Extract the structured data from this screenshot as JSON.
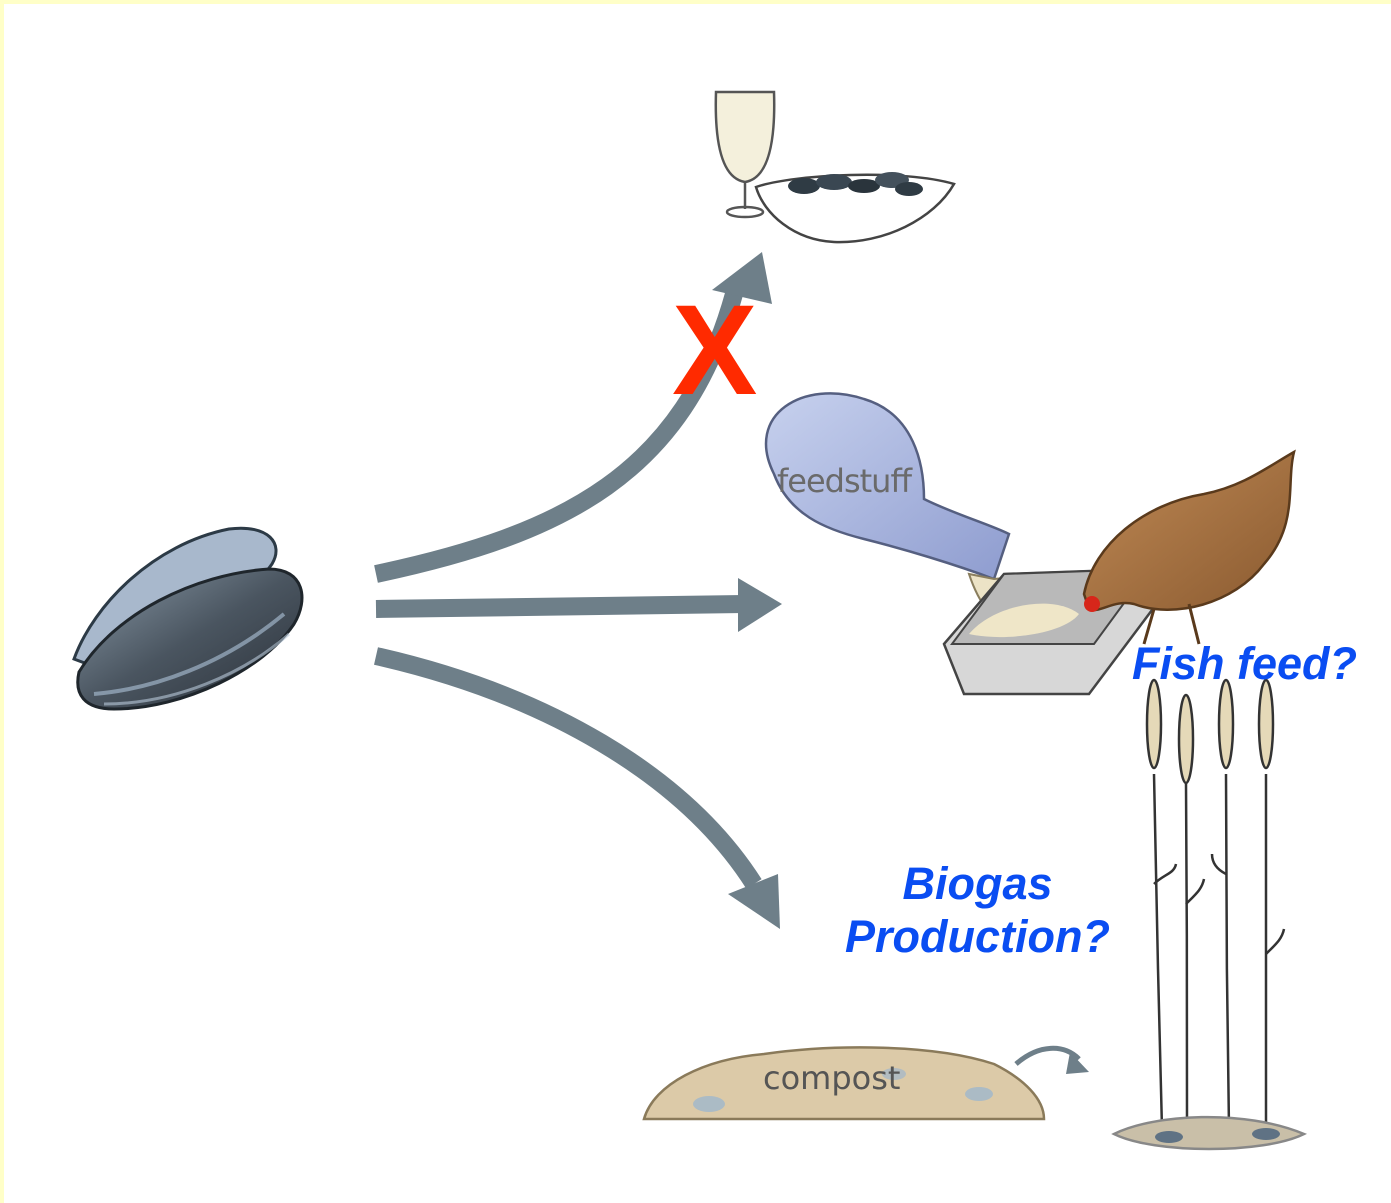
{
  "labels": {
    "x_mark": "X",
    "fish_feed": "Fish feed?",
    "biogas_line1": "Biogas",
    "biogas_line2": "Production?",
    "feedstuff": "feedstuff",
    "compost": "compost"
  },
  "colors": {
    "background_border": "#ffffc8",
    "arrow": "#6e7f89",
    "question_text": "#0a4df2",
    "x_mark": "#ff2a00"
  }
}
